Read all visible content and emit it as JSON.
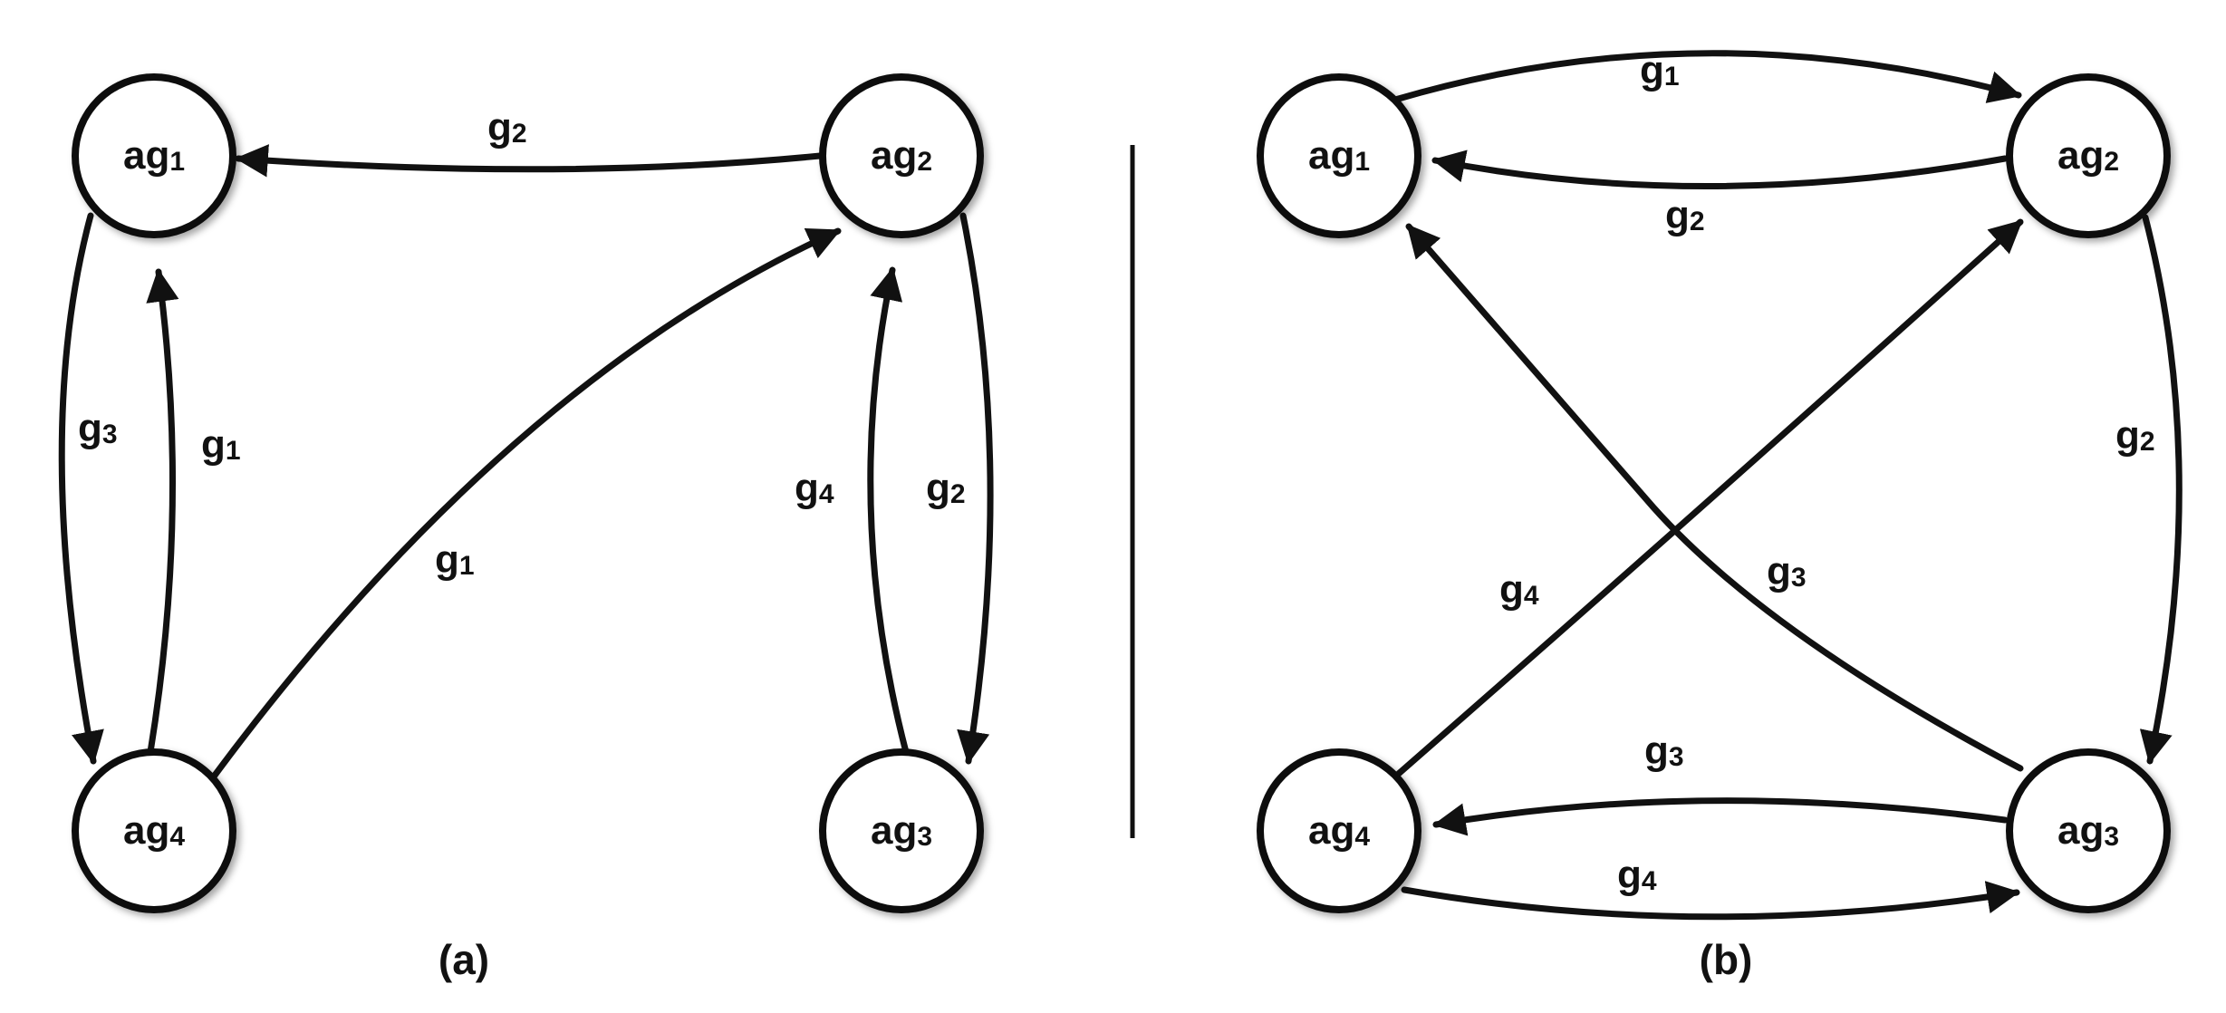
{
  "colors": {
    "stroke": "#111111",
    "fill": "#ffffff"
  },
  "panel_a": {
    "caption": "(a)",
    "nodes": [
      {
        "id": "a1",
        "name": "ag",
        "sub": "1"
      },
      {
        "id": "a2",
        "name": "ag",
        "sub": "2"
      },
      {
        "id": "a3",
        "name": "ag",
        "sub": "3"
      },
      {
        "id": "a4",
        "name": "ag",
        "sub": "4"
      }
    ],
    "edges": [
      {
        "from": "ag2",
        "to": "ag1",
        "name": "g",
        "sub": "2"
      },
      {
        "from": "ag1",
        "to": "ag4",
        "name": "g",
        "sub": "3"
      },
      {
        "from": "ag4",
        "to": "ag1",
        "name": "g",
        "sub": "1"
      },
      {
        "from": "ag4",
        "to": "ag2",
        "name": "g",
        "sub": "1"
      },
      {
        "from": "ag3",
        "to": "ag2",
        "name": "g",
        "sub": "4"
      },
      {
        "from": "ag2",
        "to": "ag3",
        "name": "g",
        "sub": "2"
      }
    ]
  },
  "panel_b": {
    "caption": "(b)",
    "nodes": [
      {
        "id": "b1",
        "name": "ag",
        "sub": "1"
      },
      {
        "id": "b2",
        "name": "ag",
        "sub": "2"
      },
      {
        "id": "b3",
        "name": "ag",
        "sub": "3"
      },
      {
        "id": "b4",
        "name": "ag",
        "sub": "4"
      }
    ],
    "edges": [
      {
        "from": "ag1",
        "to": "ag2",
        "name": "g",
        "sub": "1"
      },
      {
        "from": "ag2",
        "to": "ag1",
        "name": "g",
        "sub": "2"
      },
      {
        "from": "ag2",
        "to": "ag3",
        "name": "g",
        "sub": "2"
      },
      {
        "from": "ag4",
        "to": "ag2",
        "name": "g",
        "sub": "4"
      },
      {
        "from": "ag3",
        "to": "ag1",
        "name": "g",
        "sub": "3"
      },
      {
        "from": "ag3",
        "to": "ag4",
        "name": "g",
        "sub": "3"
      },
      {
        "from": "ag4",
        "to": "ag3",
        "name": "g",
        "sub": "4"
      }
    ]
  }
}
